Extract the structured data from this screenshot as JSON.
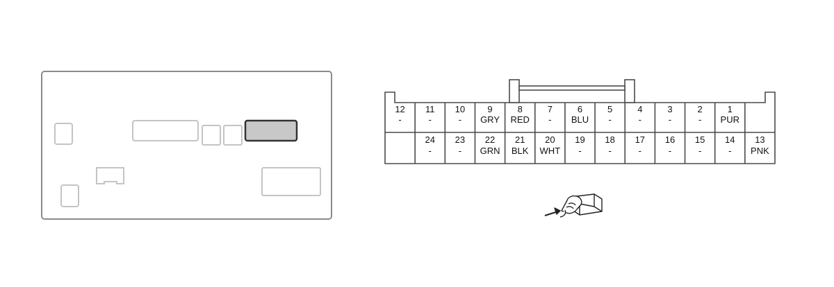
{
  "connector": {
    "top_row": [
      {
        "pin": "12",
        "wire": "-"
      },
      {
        "pin": "11",
        "wire": "-"
      },
      {
        "pin": "10",
        "wire": "-"
      },
      {
        "pin": "9",
        "wire": "GRY"
      },
      {
        "pin": "8",
        "wire": "RED"
      },
      {
        "pin": "7",
        "wire": "-"
      },
      {
        "pin": "6",
        "wire": "BLU"
      },
      {
        "pin": "5",
        "wire": "-"
      },
      {
        "pin": "4",
        "wire": "-"
      },
      {
        "pin": "3",
        "wire": "-"
      },
      {
        "pin": "2",
        "wire": "-"
      },
      {
        "pin": "1",
        "wire": "PUR"
      }
    ],
    "bottom_row": [
      {
        "pin": "24",
        "wire": "-"
      },
      {
        "pin": "23",
        "wire": "-"
      },
      {
        "pin": "22",
        "wire": "GRN"
      },
      {
        "pin": "21",
        "wire": "BLK"
      },
      {
        "pin": "20",
        "wire": "WHT"
      },
      {
        "pin": "19",
        "wire": "-"
      },
      {
        "pin": "18",
        "wire": "-"
      },
      {
        "pin": "17",
        "wire": "-"
      },
      {
        "pin": "16",
        "wire": "-"
      },
      {
        "pin": "15",
        "wire": "-"
      },
      {
        "pin": "14",
        "wire": "-"
      },
      {
        "pin": "13",
        "wire": "PNK"
      }
    ]
  },
  "colors": {
    "outline": "#4a4a4a",
    "panel_outline": "#8a8a8a",
    "port_light": "#c4c4c4",
    "highlight_fill": "#c8c8c8",
    "highlight_stroke": "#333333"
  },
  "icons": {
    "hand": "hand-pushing-connector-icon"
  }
}
